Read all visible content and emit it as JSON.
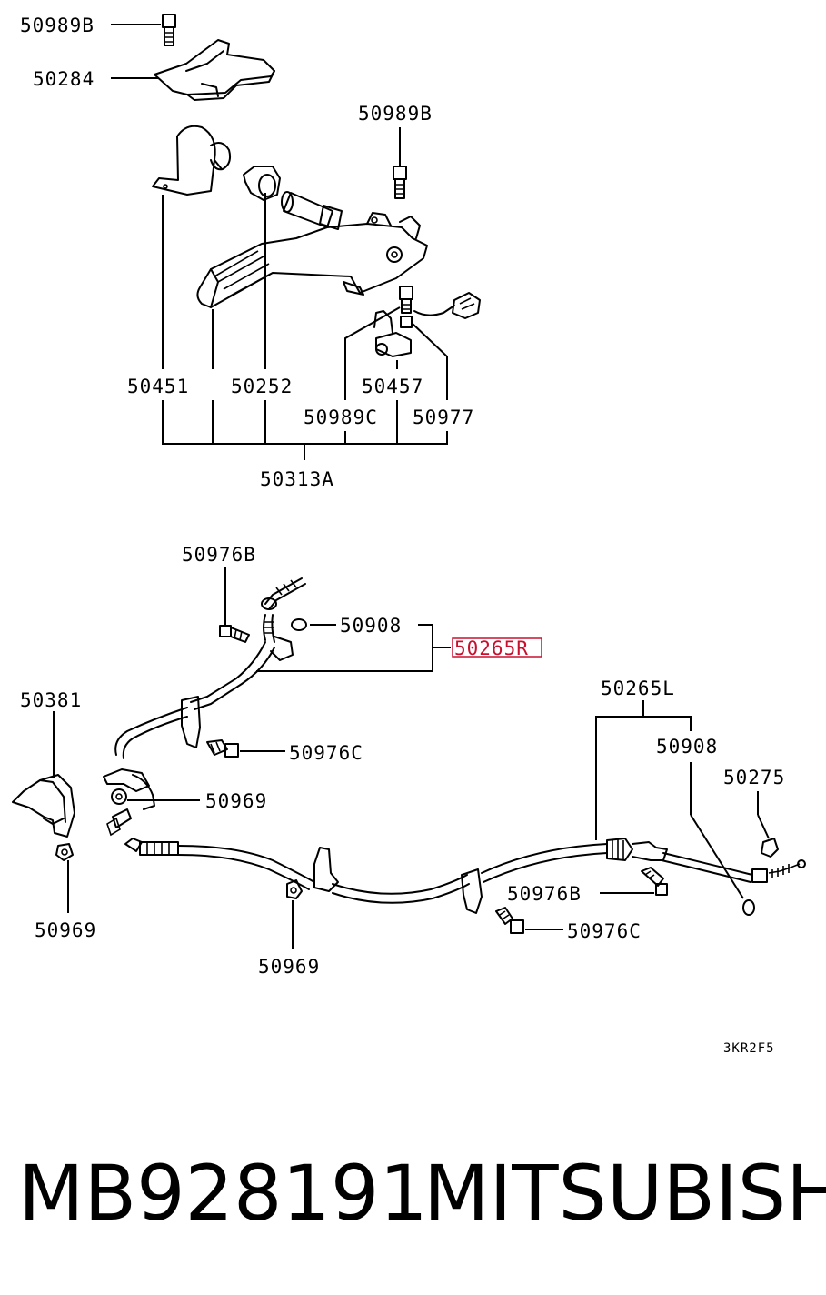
{
  "top_group": {
    "labels": {
      "bolt_top": "50989B",
      "bracket": "50284",
      "bolt_right": "50989B",
      "bracket_left": "50451",
      "bushing": "50252",
      "switch": "50457",
      "screw": "50989C",
      "connector": "50977",
      "assembly": "50313A"
    }
  },
  "bottom_group": {
    "labels": {
      "bolt_b_top": "50976B",
      "grommet_right_top": "50908",
      "cable_right": "50265R",
      "guide": "50381",
      "bolt_c_left": "50976C",
      "clip_left": "50969",
      "clip_bottom_left": "50969",
      "clip_bottom": "50969",
      "cable_left": "50265L",
      "grommet_left": "50908",
      "clip_end": "50275",
      "bolt_b_right": "50976B",
      "bolt_c_right": "50976C"
    },
    "highlight_color": "#c8102e"
  },
  "diagram_code": "3KR2F5",
  "footer": {
    "part_number": "MB928191",
    "brand": "MITSUBISHI"
  }
}
